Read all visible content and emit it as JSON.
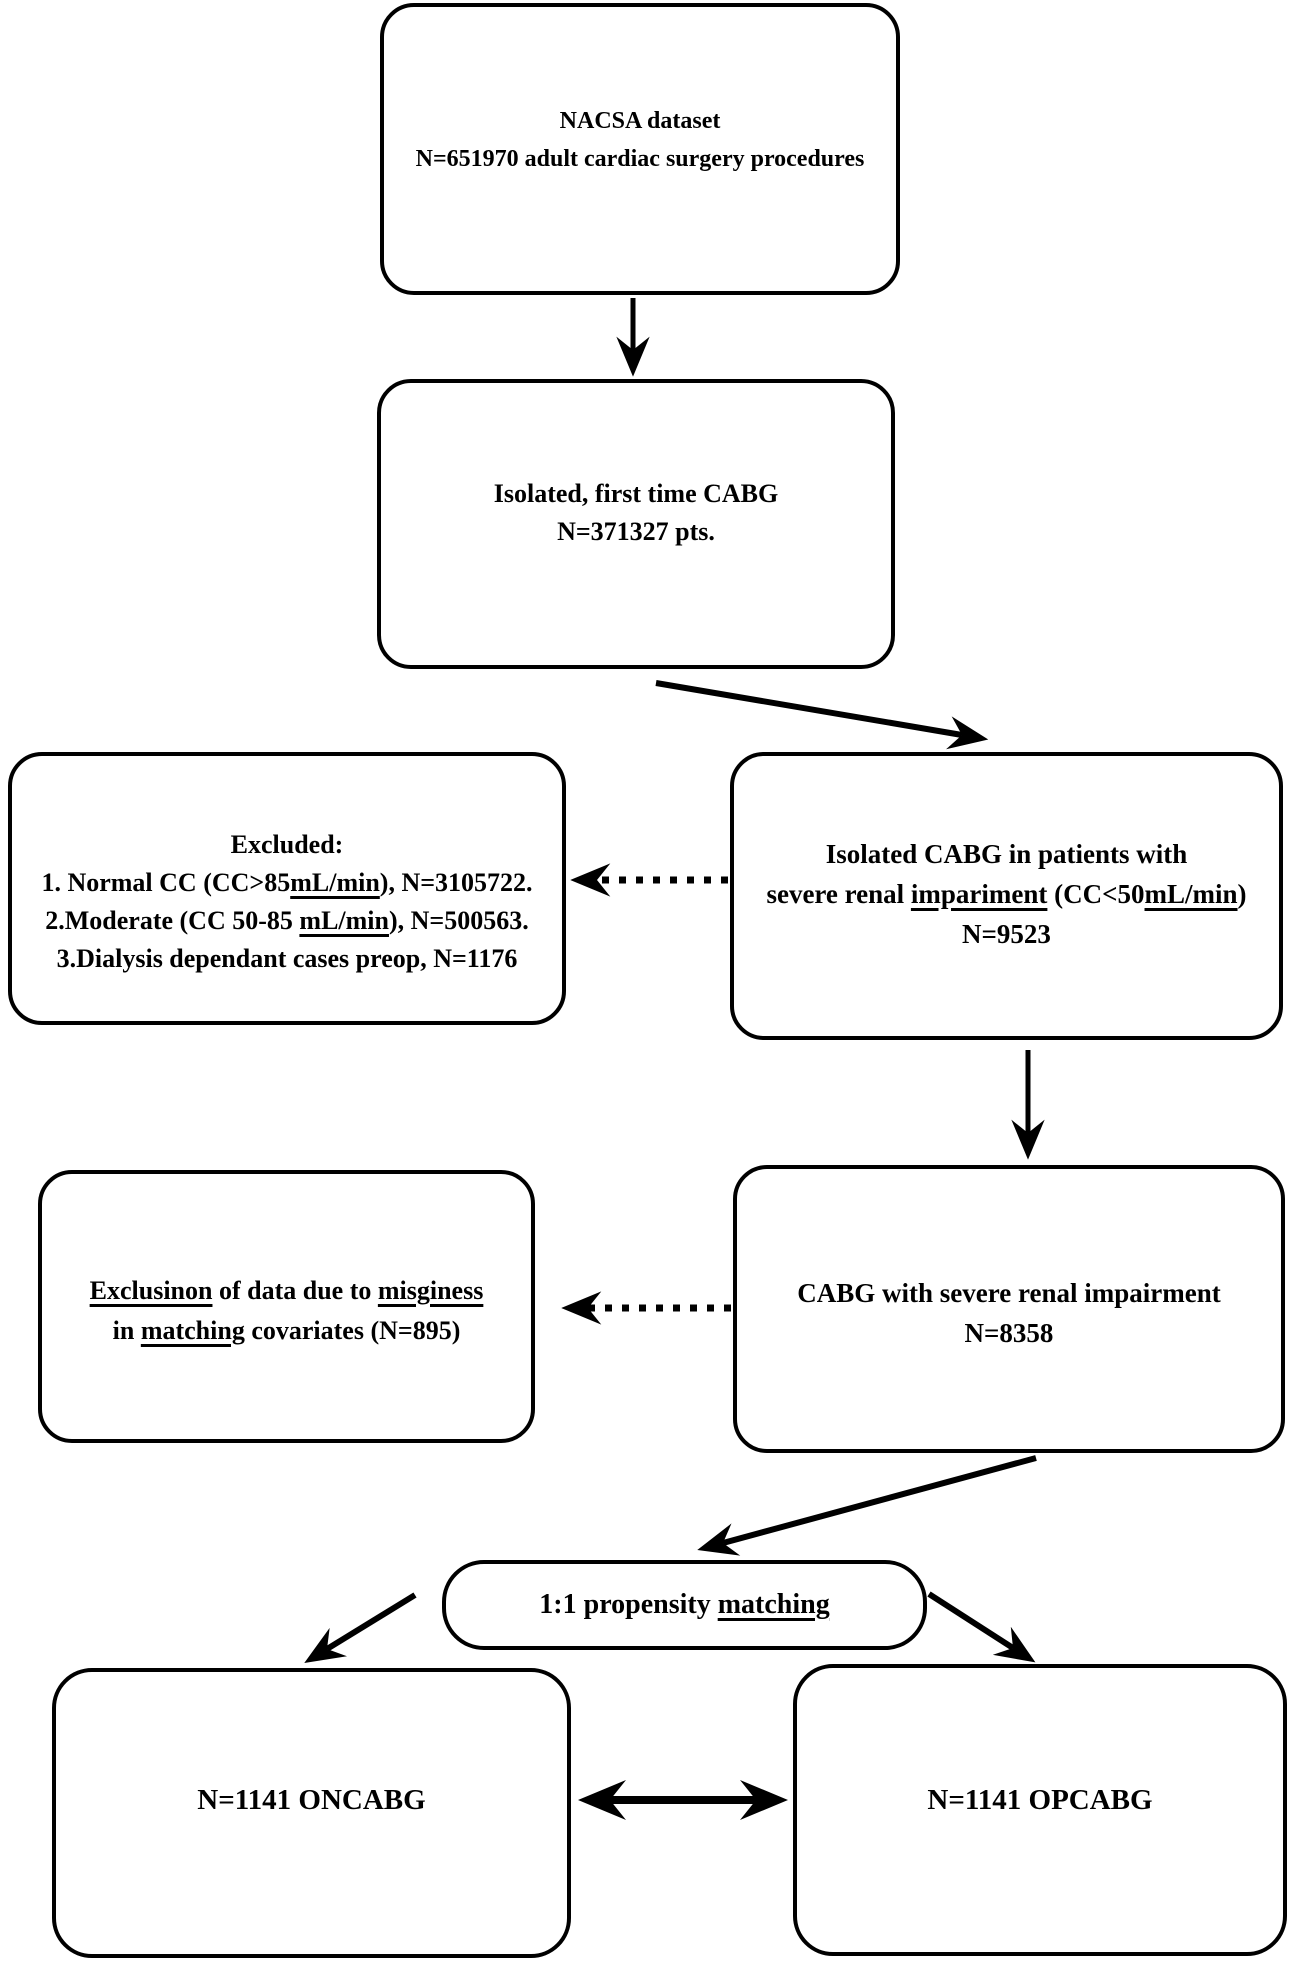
{
  "figure": {
    "type": "flowchart",
    "background_color": "#ffffff",
    "ink_color": "#000000"
  },
  "boxes": [
    {
      "name": "nacsa-dataset",
      "lines": [
        [
          {
            "t": "NACSA dataset"
          }
        ],
        [
          {
            "t": "N=651970 adult cardiac surgery procedures"
          }
        ]
      ]
    },
    {
      "name": "isolated-first-time-cabg",
      "lines": [
        [
          {
            "t": "Isolated, first time CABG"
          }
        ],
        [
          {
            "t": "N=371327 pts."
          }
        ]
      ]
    },
    {
      "name": "excluded",
      "lines": [
        [
          {
            "t": "Excluded:"
          }
        ],
        [
          {
            "t": "1. Normal CC (CC>85"
          },
          {
            "t": "mL/min",
            "u": 1
          },
          {
            "t": "), N=3105722."
          }
        ],
        [
          {
            "t": "2.Moderate (CC 50-85 "
          },
          {
            "t": "mL/min",
            "u": 1
          },
          {
            "t": "), N=500563."
          }
        ],
        [
          {
            "t": "3.Dialysis dependant cases preop, N=1176"
          }
        ]
      ]
    },
    {
      "name": "isolated-cabg-severe-renal-impairment",
      "lines": [
        [
          {
            "t": "Isolated CABG in patients with"
          }
        ],
        [
          {
            "t": "severe renal "
          },
          {
            "t": "impariment",
            "u": 1
          },
          {
            "t": " (CC<50"
          },
          {
            "t": "mL/min",
            "u": 1
          },
          {
            "t": ")"
          }
        ],
        [
          {
            "t": "N=9523"
          }
        ]
      ]
    },
    {
      "name": "exclusion-missing-covariates",
      "lines": [
        [
          {
            "t": "Exclusinon",
            "u": 1
          },
          {
            "t": " of data due to "
          },
          {
            "t": "misginess",
            "u": 1
          }
        ],
        [
          {
            "t": "in "
          },
          {
            "t": "matching",
            "u": 1
          },
          {
            "t": " covariates (N=895)"
          }
        ]
      ]
    },
    {
      "name": "cabg-severe-renal-impairment",
      "lines": [
        [
          {
            "t": "CABG with severe renal impairment"
          }
        ],
        [
          {
            "t": "N=8358"
          }
        ]
      ]
    },
    {
      "name": "propensity-matching",
      "lines": [
        [
          {
            "t": "1:1 propensity "
          },
          {
            "t": "matching",
            "u": 1
          }
        ]
      ]
    },
    {
      "name": "oncabg-group",
      "lines": [
        [
          {
            "t": "N=1141 ONCABG"
          }
        ]
      ]
    },
    {
      "name": "opcabg-group",
      "lines": [
        [
          {
            "t": "N=1141 OPCABG"
          }
        ]
      ]
    }
  ]
}
